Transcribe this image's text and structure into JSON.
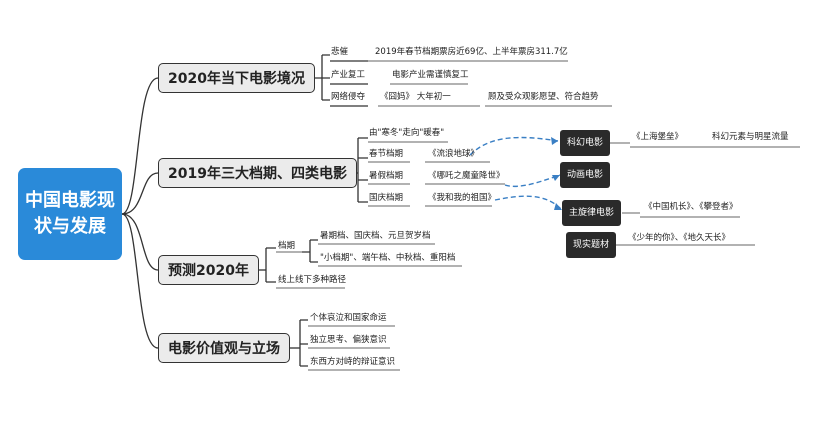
{
  "root": "中国电影现状与发展",
  "topics": [
    {
      "title": "2020年当下电影境况",
      "items": [
        {
          "label": "悲催",
          "detail": "2019年春节档期票房近69亿、上半年票房311.7亿"
        },
        {
          "label": "产业复工",
          "detail": "电影产业需谨慎复工"
        },
        {
          "label": "网络侵夺",
          "detail": "《囧妈》 大年初一",
          "detail2": "顾及受众观影愿望、符合趋势"
        }
      ]
    },
    {
      "title": "2019年三大档期、四类电影",
      "items": [
        {
          "label": "由\"寒冬\"走向\"暖春\""
        },
        {
          "label": "春节档期",
          "detail": "《流浪地球》"
        },
        {
          "label": "暑假档期",
          "detail": "《哪吒之魔童降世》"
        },
        {
          "label": "国庆档期",
          "detail": "《我和我的祖国》"
        }
      ]
    },
    {
      "title": "预测2020年",
      "items": [
        {
          "label": "档期",
          "sub": [
            "暑期档、国庆档、元旦贺岁档",
            "\"小档期\"、端午档、中秋档、重阳档"
          ]
        },
        {
          "label": "线上线下多种路径"
        }
      ]
    },
    {
      "title": "电影价值观与立场",
      "items": [
        {
          "label": "个体哀泣和国家命运"
        },
        {
          "label": "独立思考、偏狭意识"
        },
        {
          "label": "东西方对峙的辩证意识"
        }
      ]
    }
  ],
  "genres": [
    {
      "name": "科幻电影",
      "films": "《上海堡垒》",
      "note": "科幻元素与明星流量"
    },
    {
      "name": "动画电影"
    },
    {
      "name": "主旋律电影",
      "films": "《中国机长》、《攀登者》"
    },
    {
      "name": "现实题材",
      "films": "《少年的你》、《地久天长》"
    }
  ],
  "colors": {
    "root": "#2a8ad9",
    "dashed_link": "#3a7fc4",
    "genre_box": "#2a2a2a"
  }
}
